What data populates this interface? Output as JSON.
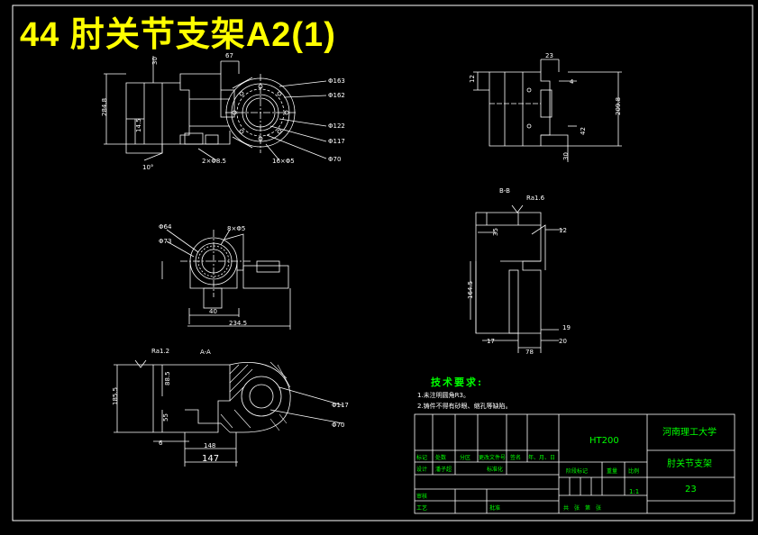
{
  "title": "44 肘关节支架A2(1)",
  "dimensions": {
    "d67": "67",
    "d30": "30",
    "d284_8": "284.8",
    "d14_5": "14.5",
    "d10deg": "10°",
    "d2x": "2×Φ8.5",
    "d16x": "16×Φ5",
    "phi63": "Φ163",
    "phi162": "Φ162",
    "phi122": "Φ122",
    "phi117": "Φ117",
    "phi70": "Φ70",
    "d23": "23",
    "d12": "12",
    "d4": "4",
    "d209": "209.8",
    "d42": "42",
    "d30b": "30",
    "phi64": "Φ64",
    "phi73": "Φ73",
    "d8x": "8×Φ5",
    "d40": "40",
    "d234": "234.5",
    "bb": "B-B",
    "ra": "Ra1.6",
    "d35": "35",
    "d12b": "12",
    "d164": "164.5",
    "d19": "19",
    "d17": "17",
    "d20": "20",
    "d78": "78",
    "ra2": "Ra1.2",
    "aa": "A-A",
    "d88": "88.5",
    "d185": "185.5",
    "d55": "55",
    "phi117b": "Φ117",
    "phi70b": "Φ70",
    "d6": "6",
    "d148": "148",
    "d147": "147"
  },
  "requirements": {
    "heading": "技术要求:",
    "line1": "1.未注明圆角R3。",
    "line2": "2.铸件不得有砂眼、缩孔等缺陷。"
  },
  "titleblock": {
    "material": "HT200",
    "school": "河南理工大学",
    "part_name": "肘关节支架",
    "number": "23",
    "scale": "1:1",
    "row1": [
      "标记",
      "处数",
      "分区",
      "更改文件号",
      "签名",
      "年、月、日"
    ],
    "row2": [
      "设计",
      "潘子超",
      "",
      "标准化"
    ],
    "stage": "阶段标记",
    "weight": "重量",
    "ratio": "比例",
    "audit": "审核",
    "process": "工艺",
    "approve": "批准",
    "sheets": "共　张　第　张"
  },
  "colors": {
    "line": "#ffffff",
    "text_accent": "#00ff00",
    "title": "#ffff00"
  }
}
